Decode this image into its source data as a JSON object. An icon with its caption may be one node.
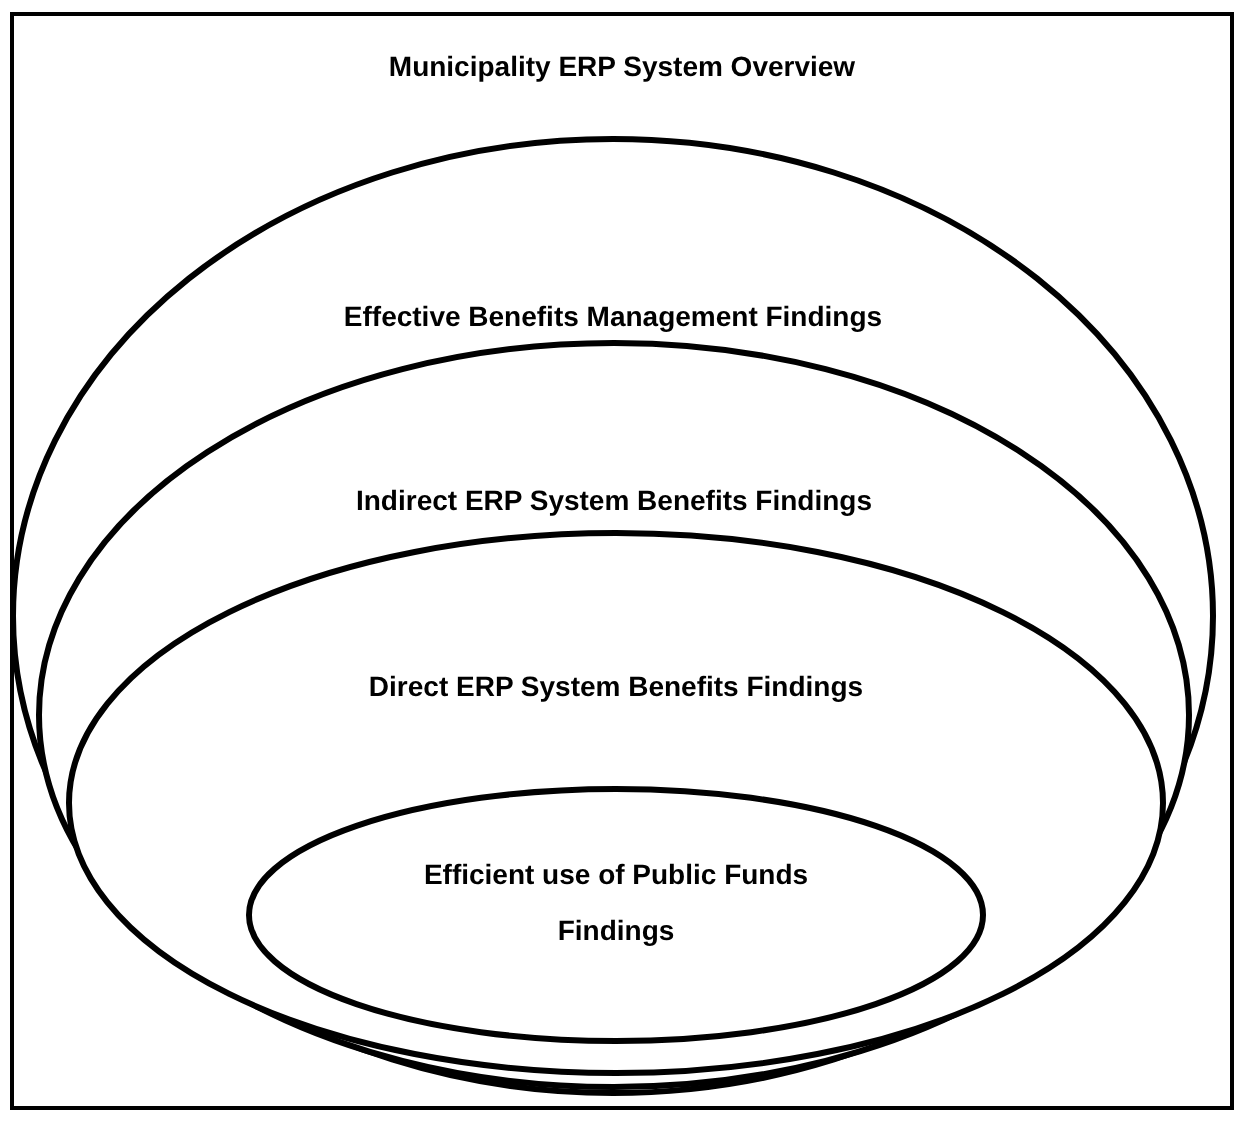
{
  "diagram": {
    "nodes": [
      {
        "text": [
          "Municipality ERP System Overview"
        ]
      },
      {
        "text": [
          "Effective Benefits Management Findings"
        ],
        "in": 0
      },
      {
        "text": [
          "Indirect ERP System Benefits Findings"
        ],
        "in": 1
      },
      {
        "text": [
          "Direct ERP System Benefits Findings"
        ],
        "in": 2
      },
      {
        "text": [
          "Efficient use of Public Funds Findings"
        ],
        "in": 3
      }
    ],
    "edges": []
  }
}
